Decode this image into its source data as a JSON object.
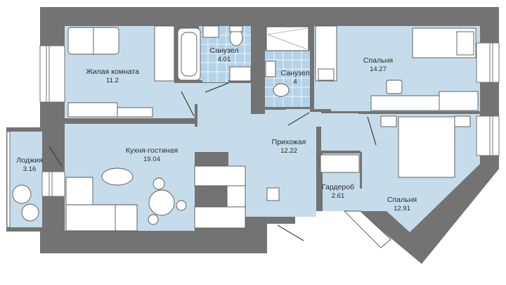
{
  "plan": {
    "colors": {
      "wall": "#737373",
      "wall_dark": "#5f5f5f",
      "floor": "#c6dceb",
      "tile": "#b4d2e8",
      "tile_line": "#ffffff",
      "furniture_stroke": "#555555",
      "window": "#ffffff",
      "background": "#ffffff"
    },
    "rooms": [
      {
        "id": "living-room",
        "name": "Жилая комната",
        "area": "11.2"
      },
      {
        "id": "bathroom-1",
        "name": "Санузел",
        "area": "4.01"
      },
      {
        "id": "bathroom-2",
        "name": "Санузел",
        "area": "4"
      },
      {
        "id": "bedroom-1",
        "name": "Спальня",
        "area": "14.27"
      },
      {
        "id": "loggia",
        "name": "Лоджия",
        "area": "3.16"
      },
      {
        "id": "kitchen-living",
        "name": "Кухня-гостиная",
        "area": "19.04"
      },
      {
        "id": "hallway",
        "name": "Прихожая",
        "area": "12.22"
      },
      {
        "id": "wardrobe",
        "name": "Гардероб",
        "area": "2.61"
      },
      {
        "id": "bedroom-2",
        "name": "Спальня",
        "area": "12.91"
      }
    ]
  }
}
